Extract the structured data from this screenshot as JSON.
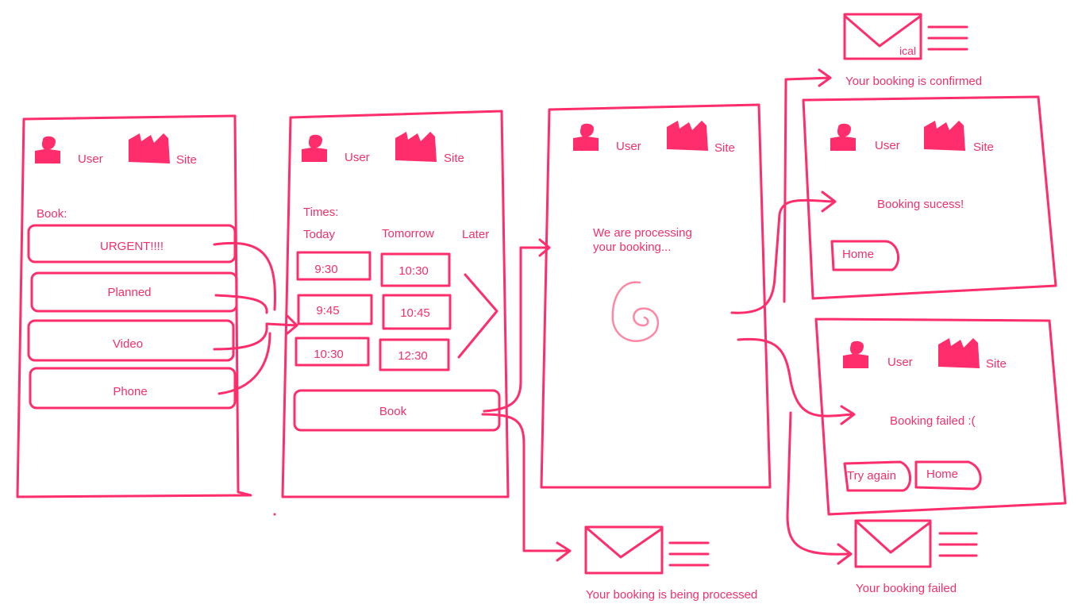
{
  "accent_color": "#ff2d6b",
  "header": {
    "user_label": "User",
    "site_label": "Site"
  },
  "screen1": {
    "book_label": "Book:",
    "options": [
      "URGENT!!!!",
      "Planned",
      "Video",
      "Phone"
    ]
  },
  "screen2": {
    "times_label": "Times:",
    "columns": [
      "Today",
      "Tomorrow",
      "Later"
    ],
    "today_slots": [
      "9:30",
      "9:45",
      "10:30"
    ],
    "tomorrow_slots": [
      "10:30",
      "10:45",
      "12:30"
    ],
    "book_button": "Book"
  },
  "screen3": {
    "line1": "We are processing",
    "line2": "your booking..."
  },
  "screen4": {
    "message": "Booking sucess!",
    "home_button": "Home"
  },
  "screen5": {
    "message": "Booking failed :(",
    "retry_button": "Try again",
    "home_button": "Home"
  },
  "emails": {
    "confirmed": {
      "caption": "Your booking is confirmed",
      "attachment": "ical"
    },
    "processing": {
      "caption": "Your booking is being processed"
    },
    "failed": {
      "caption": "Your booking failed"
    }
  }
}
